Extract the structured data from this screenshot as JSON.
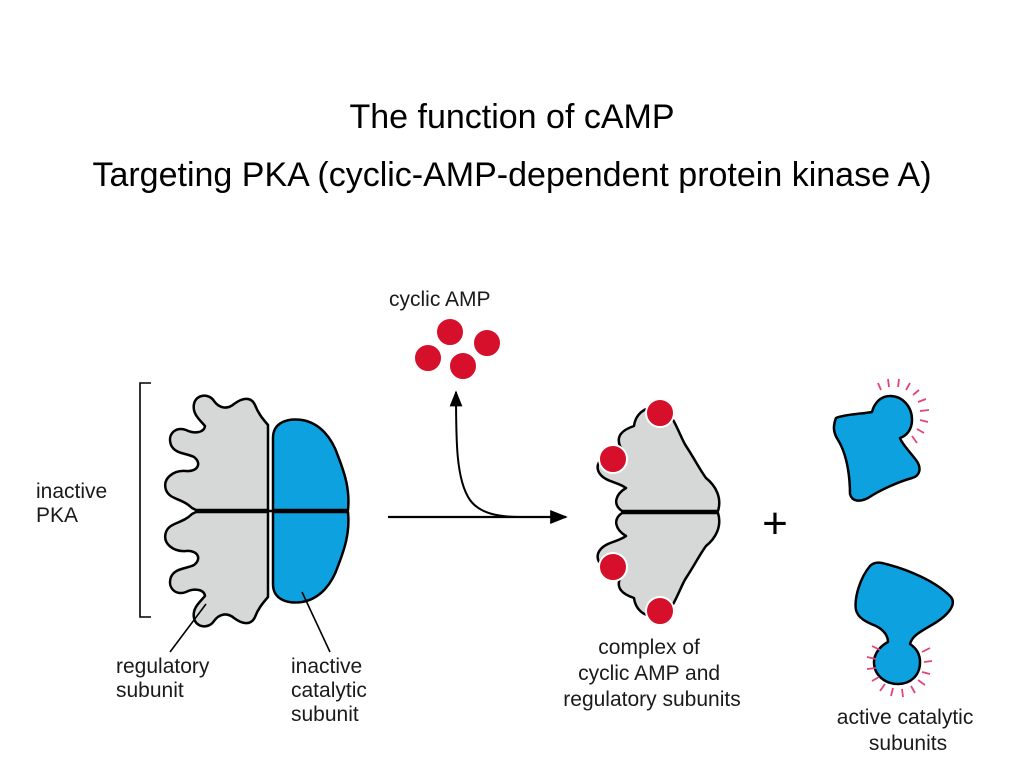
{
  "title": {
    "line1": "The function of cAMP",
    "line2": "Targeting PKA (cyclic-AMP-dependent protein kinase A)"
  },
  "diagram": {
    "camp_label": "cyclic AMP",
    "inactive_pka_label": [
      "inactive",
      "PKA"
    ],
    "regulatory_label": [
      "regulatory",
      "subunit"
    ],
    "catalytic_label": [
      "inactive",
      "catalytic",
      "subunit"
    ],
    "complex_label": [
      "complex of",
      "cyclic AMP and",
      "regulatory subunits"
    ],
    "active_label": [
      "active catalytic",
      "subunits"
    ],
    "plus_sign": "+"
  },
  "colors": {
    "regulatory_subunit": "#d6d8d8",
    "catalytic_subunit": "#0ea1e0",
    "cyclic_amp": "#d6102b",
    "activity_sparks": "#e0457a"
  }
}
